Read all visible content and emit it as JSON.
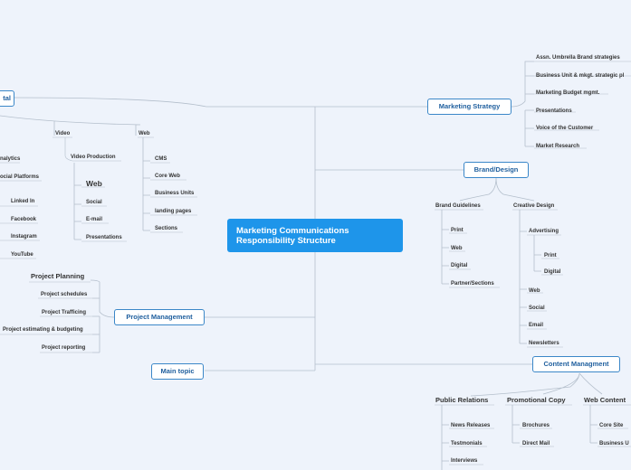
{
  "central": {
    "line1": "Marketing Communications",
    "line2": "Responsibility Structure"
  },
  "topics": {
    "marketing_strategy": "Marketing Strategy",
    "brand_design": "Brand/Design",
    "project_management": "Project Management",
    "main_topic": "Main topic",
    "content_management": "Content Managment",
    "digital": "tal"
  },
  "strategy_items": [
    "Assn. Umbrella Brand strategies",
    "Business Unit & mkgt. strategic pl",
    "Marketing Budget  mgmt.",
    "Presentations",
    "Voice of the Customer",
    "Market Research"
  ],
  "brand": {
    "guidelines": "Brand Guidelines",
    "guidelines_items": [
      "Print",
      "Web",
      "Digital",
      "Partner/Sections"
    ],
    "creative": "Creative Design",
    "advertising": "Advertising",
    "advertising_items": [
      "Print",
      "Digital"
    ],
    "creative_items": [
      "Web",
      "Social",
      "Email",
      "Newsletters"
    ]
  },
  "content": {
    "public_relations": "Public Relations",
    "pr_items": [
      "News Releases",
      "Testmonials",
      "Interviews"
    ],
    "promo_copy": "Promotional Copy",
    "promo_items": [
      "Brochures",
      "Direct Mail"
    ],
    "web_content": "Web Content",
    "web_items": [
      "Core Site",
      "Business U"
    ]
  },
  "project": {
    "planning": "Project Planning",
    "items": [
      "Project schedules",
      "Project Trafficing",
      "Project estimating & budgeting",
      "Project reporting"
    ]
  },
  "digital": {
    "left_items": [
      "nalytics",
      "ocial Platforms",
      "Linked In",
      "Facebook",
      "Instagram",
      "YouTube"
    ],
    "video": "Video",
    "video_production": "Video Production",
    "video_web": "Web",
    "video_items": [
      "Social",
      "E-mail",
      "Presentations"
    ],
    "web": "Web",
    "web_items": [
      "CMS",
      "Core Web",
      "Business Units",
      "landing pages",
      "Sections"
    ]
  }
}
